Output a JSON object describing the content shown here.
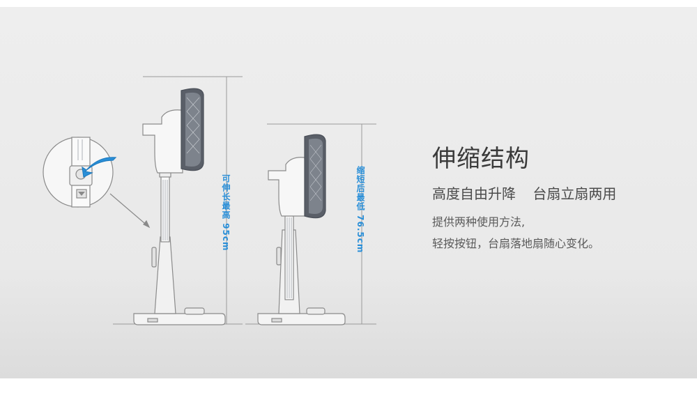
{
  "illustration": {
    "tall_label": "可伸长最高 95cm",
    "short_label": "缩短后最低 76.5cm",
    "colors": {
      "accent": "#2a8fd8",
      "line": "#8a8a8a",
      "fan_dark": "#5a5f68"
    }
  },
  "feature": {
    "title": "伸缩结构",
    "subtitle_a": "高度自由升降",
    "subtitle_b": "台扇立扇两用",
    "line1": "提供两种使用方法,",
    "line2": "轻按按钮，台扇落地扇随心变化。"
  }
}
